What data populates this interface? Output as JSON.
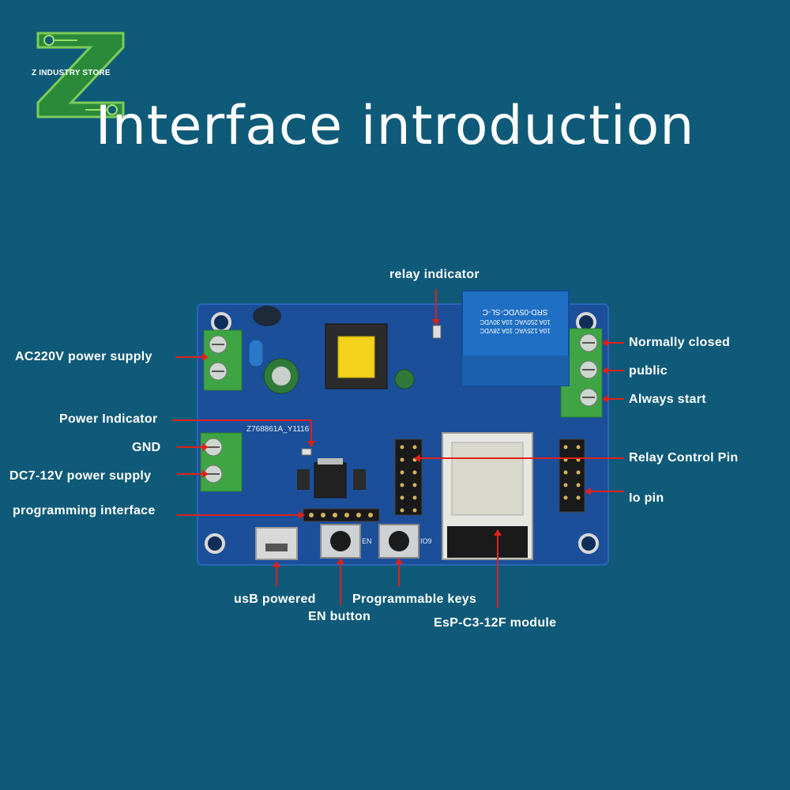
{
  "logo": {
    "brand_text": "Z INDUSTRY STORE"
  },
  "title": "Interface introduction",
  "labels": {
    "relay_indicator": "relay indicator",
    "ac220v": "AC220V power supply",
    "power_indicator": "Power Indicator",
    "gnd": "GND",
    "dc7_12v": "DC7-12V power supply",
    "programming_interface": "programming interface",
    "normally_closed": "Normally closed",
    "public": "public",
    "always_start": "Always start",
    "relay_control_pin": "Relay Control Pin",
    "io_pin": "Io pin",
    "usb_powered": "usB powered",
    "en_button": "EN button",
    "programmable_keys": "Programmable keys",
    "module": "EsP-C3-12F module"
  },
  "board": {
    "relay_text_1": "SRD-05VDC-SL-C",
    "relay_text_2": "10A 250VAC 10A 30VDC",
    "relay_text_3": "10A 125VAC 10A 28VDC",
    "model_text": "Z768861A_Y1116",
    "en_text": "EN",
    "io9_text": "IO9"
  },
  "colors": {
    "background": "#0f5a78",
    "pcb": "#1b4f9a",
    "terminal": "#3fa544",
    "relay": "#1f6fc4",
    "arrow": "#e0201a"
  }
}
